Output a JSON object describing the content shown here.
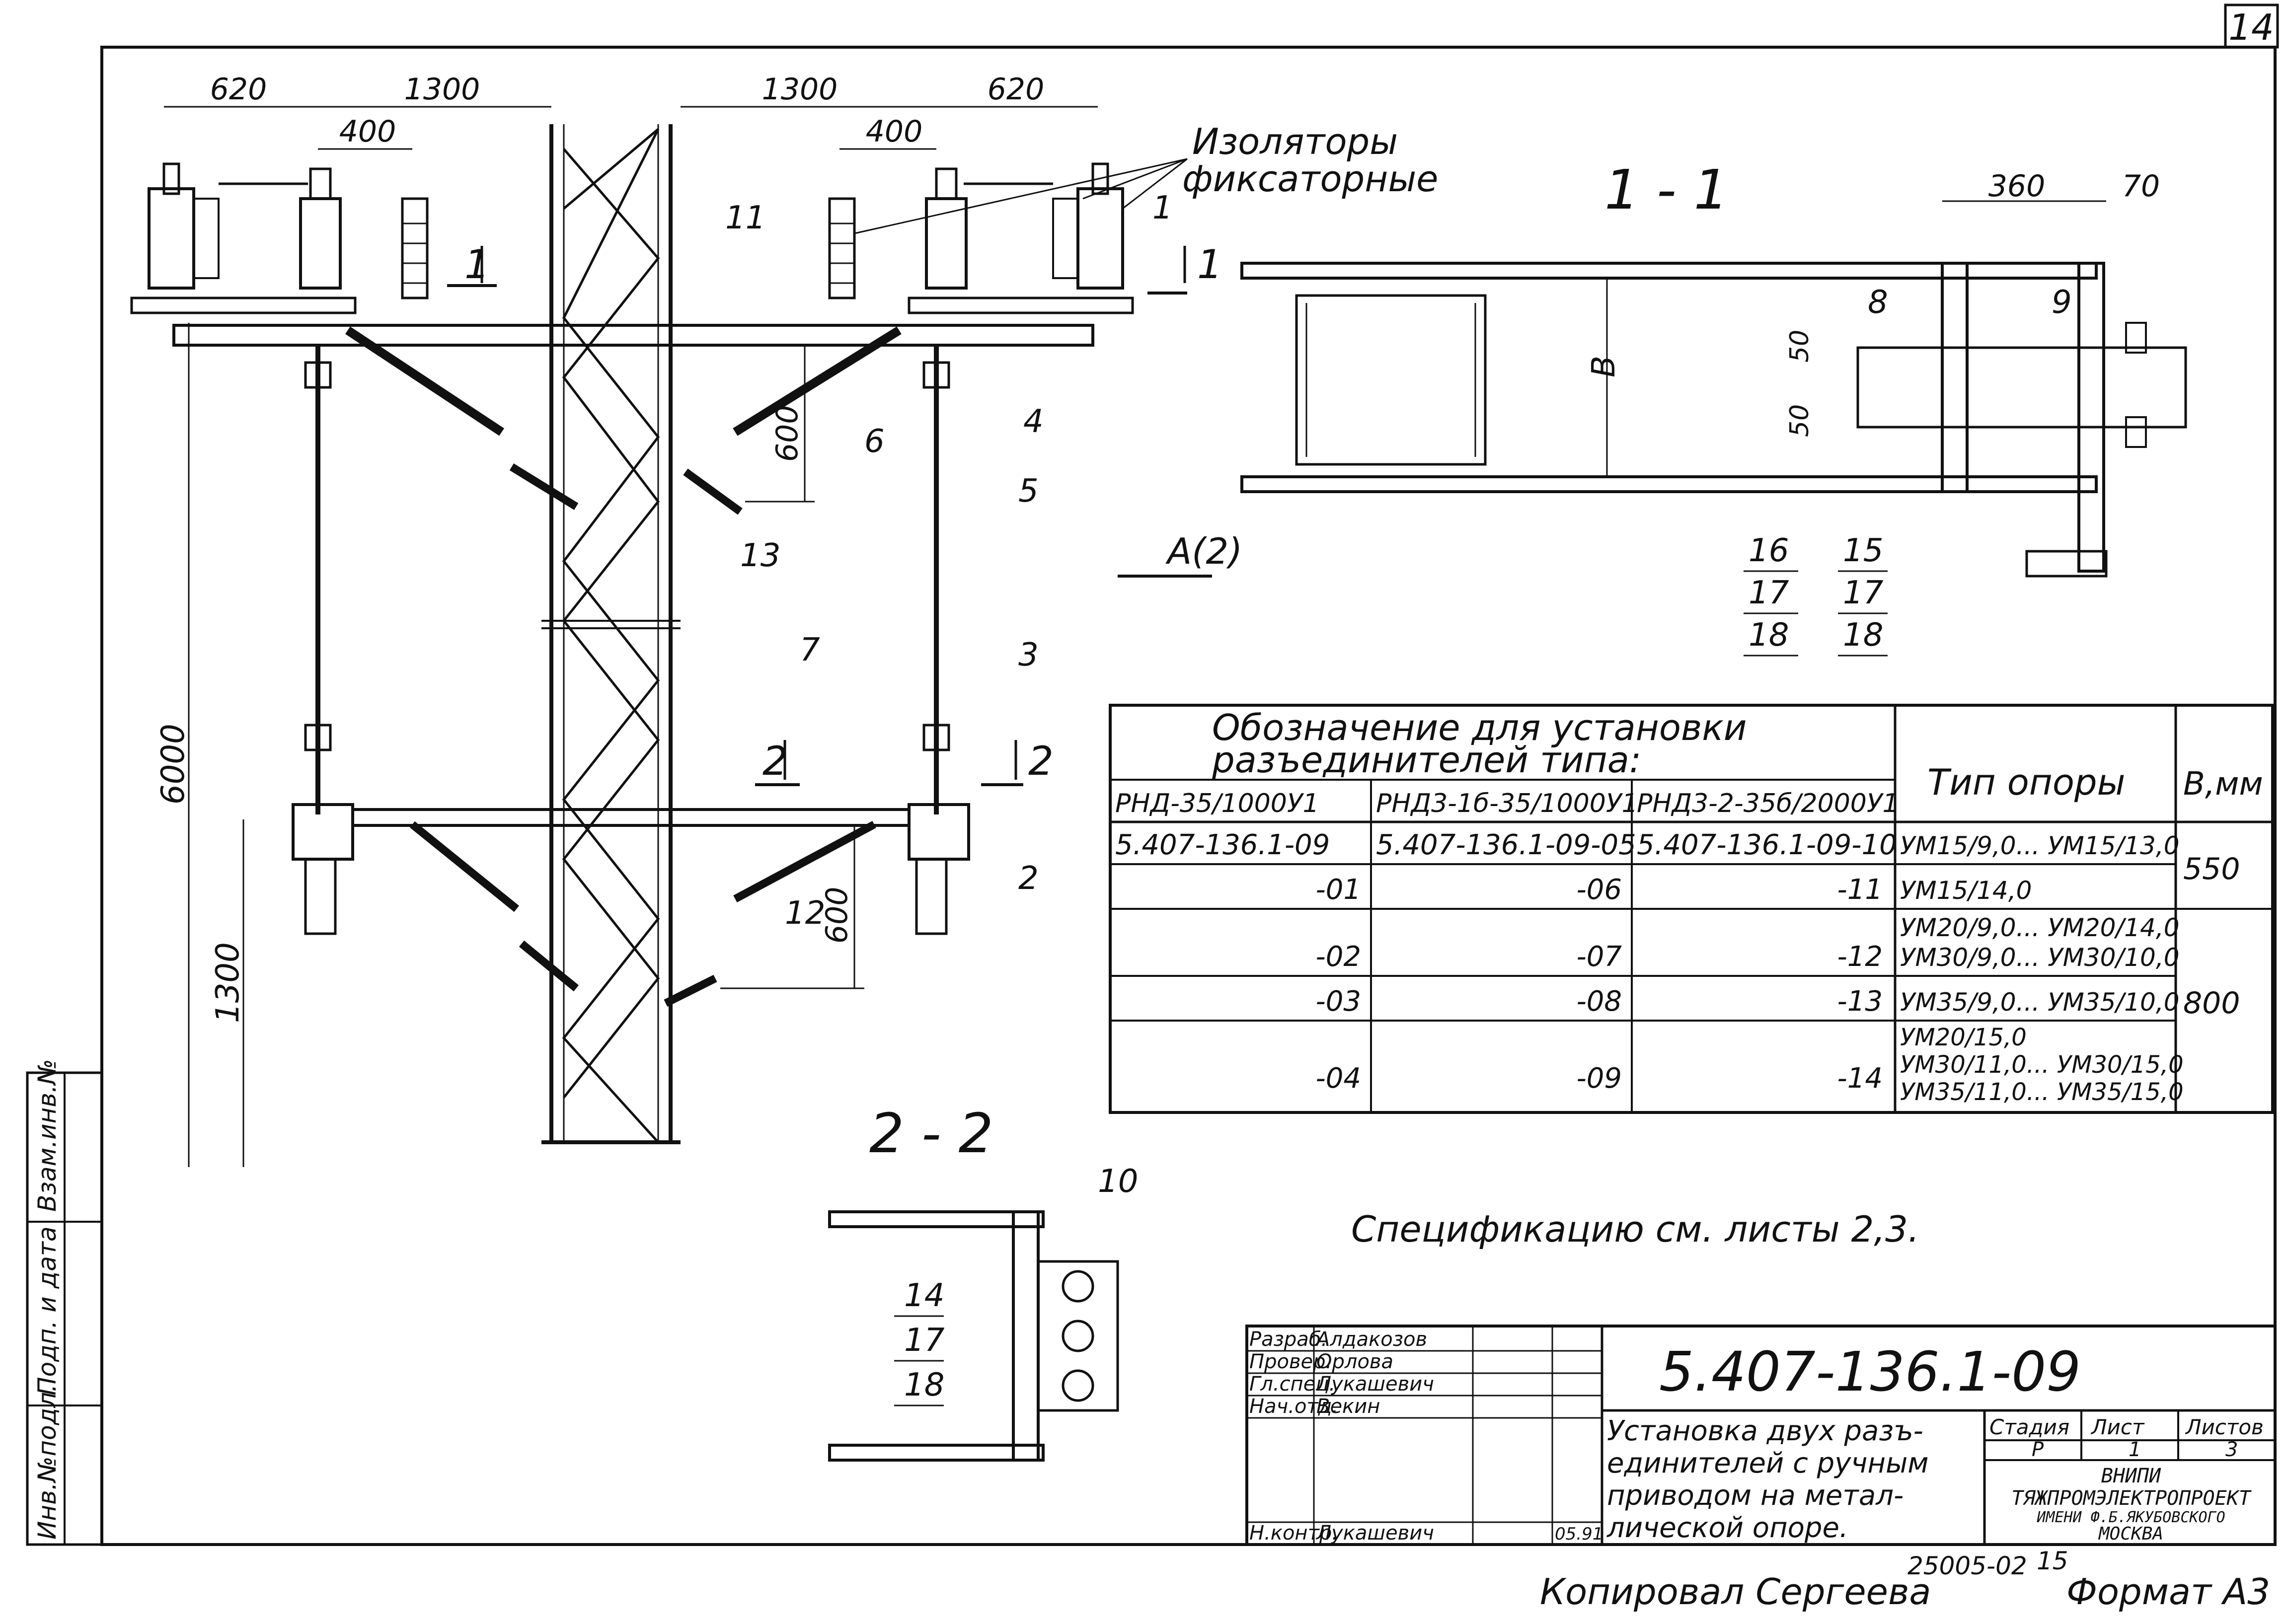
{
  "sheet": {
    "sheet_no": "14",
    "insulators_label_1": "Изоляторы",
    "insulators_label_2": "фиксаторные",
    "section_1_1": "1 - 1",
    "section_2_2": "2 - 2",
    "view_a": "A(2)",
    "spec_note": "Спецификацию см. листы 2,3.",
    "copied_by": "Копировал Сергеева",
    "order_no": "25005-02",
    "order_page": "15",
    "format": "Формат А3"
  },
  "dimensions": {
    "d620_left": "620",
    "d1300_left": "1300",
    "d400_left": "400",
    "d1300_right": "1300",
    "d620_right": "620",
    "d400_right": "400",
    "d600_upper": "600",
    "d600_lower": "600",
    "d6000": "6000",
    "d1300_vert": "1300",
    "d360": "360",
    "d70": "70",
    "d50_top": "50",
    "d50_bottom": "50",
    "dB": "B"
  },
  "callouts": [
    "1",
    "2",
    "3",
    "4",
    "5",
    "6",
    "7",
    "8",
    "9",
    "10",
    "11",
    "12",
    "13",
    "14",
    "15",
    "16",
    "17",
    "18"
  ],
  "section_marks": {
    "m1": "1",
    "m2": "2"
  },
  "table": {
    "header_designation_1": "Обозначение для установки",
    "header_designation_2": "разъединителей типа:",
    "header_support": "Тип опоры",
    "header_b": "В,мм",
    "col_types": [
      "РНД-35/1000У1",
      "РНД3-1б-35/1000У1",
      "РНД3-2-35б/2000У1"
    ],
    "rows": [
      {
        "c1": "5.407-136.1-09",
        "c2": "5.407-136.1-09-05",
        "c3": "5.407-136.1-09-10",
        "support": [
          "УМ15/9,0... УМ15/13,0"
        ]
      },
      {
        "c1": "-01",
        "c2": "-06",
        "c3": "-11",
        "support": [
          "УМ15/14,0"
        ]
      },
      {
        "c1": "-02",
        "c2": "-07",
        "c3": "-12",
        "support": [
          "УМ20/9,0... УМ20/14,0",
          "УМ30/9,0... УМ30/10,0"
        ]
      },
      {
        "c1": "-03",
        "c2": "-08",
        "c3": "-13",
        "support": [
          "УМ35/9,0... УМ35/10,0"
        ]
      },
      {
        "c1": "-04",
        "c2": "-09",
        "c3": "-14",
        "support": [
          "УМ20/15,0",
          "УМ30/11,0... УМ30/15,0",
          "УМ35/11,0... УМ35/15,0"
        ]
      }
    ],
    "b_values": [
      "550",
      "800"
    ]
  },
  "title_block": {
    "doc_no": "5.407-136.1-09",
    "title_lines": [
      "Установка двух разъ-",
      "единителей с ручным",
      "приводом на метал-",
      "лической опоре."
    ],
    "roles": [
      {
        "role": "Разраб.",
        "name": "Алдакозов"
      },
      {
        "role": "Провер.",
        "name": "Орлова"
      },
      {
        "role": "Гл.спец.",
        "name": "Лукашевич"
      },
      {
        "role": "Нач.отд.",
        "name": "Векин"
      },
      {
        "role": "Н.контр.",
        "name": "Лукашевич"
      }
    ],
    "date": "05.91",
    "stage_label": "Стадия",
    "sheet_label": "Лист",
    "sheets_label": "Листов",
    "stage": "Р",
    "sheet": "1",
    "sheets": "3",
    "org_lines": [
      "ВНИПИ",
      "ТЯЖПРОМЭЛЕКТРОПРОЕКТ",
      "ИМЕНИ Ф.Б.ЯКУБОВСКОГО",
      "МОСКВА"
    ]
  },
  "side_stamp": [
    "Инв.№подл.",
    "Подп. и дата",
    "Взам.инв.№"
  ]
}
